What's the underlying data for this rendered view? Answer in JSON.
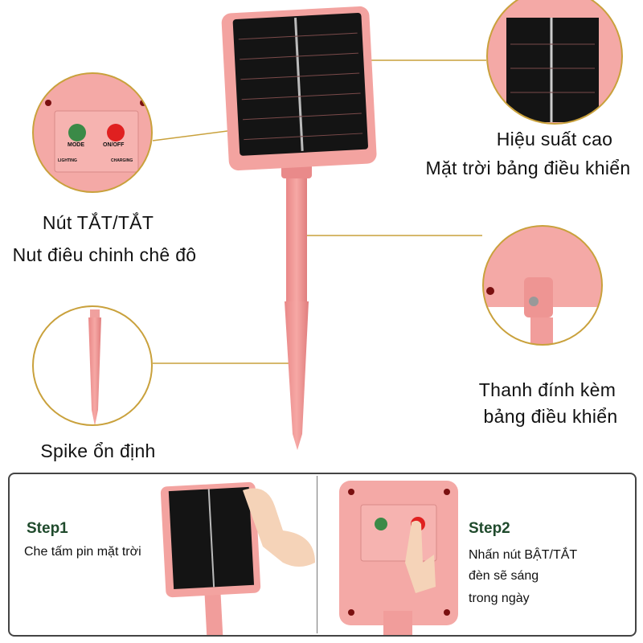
{
  "callouts": {
    "switch": {
      "line1": "Nút TẮT/TẮT",
      "line2": "Nut điêu chinh chê đô"
    },
    "panel": {
      "line1": "Hiệu suất cao",
      "line2": "Mặt trời bảng điều khiển"
    },
    "bracket": {
      "line1": "Thanh đính kèm",
      "line2": "bảng điều khiển"
    },
    "spike": {
      "line1": "Spike ổn định"
    }
  },
  "control_panel": {
    "mode_label": "MODE",
    "onoff_label": "ON/OFF",
    "lighting_label": "LIGHTING",
    "charging_label": "CHARGING"
  },
  "steps": [
    {
      "title": "Step1",
      "text": [
        "Che tấm pin mặt trời"
      ]
    },
    {
      "title": "Step2",
      "text": [
        "Nhấn nút BẬT/TẮT",
        "đèn sẽ sáng",
        "trong ngày"
      ]
    }
  ],
  "colors": {
    "pink": "#f2a0a0",
    "gold": "#c9a13c",
    "step_green": "#1f4a2c"
  }
}
